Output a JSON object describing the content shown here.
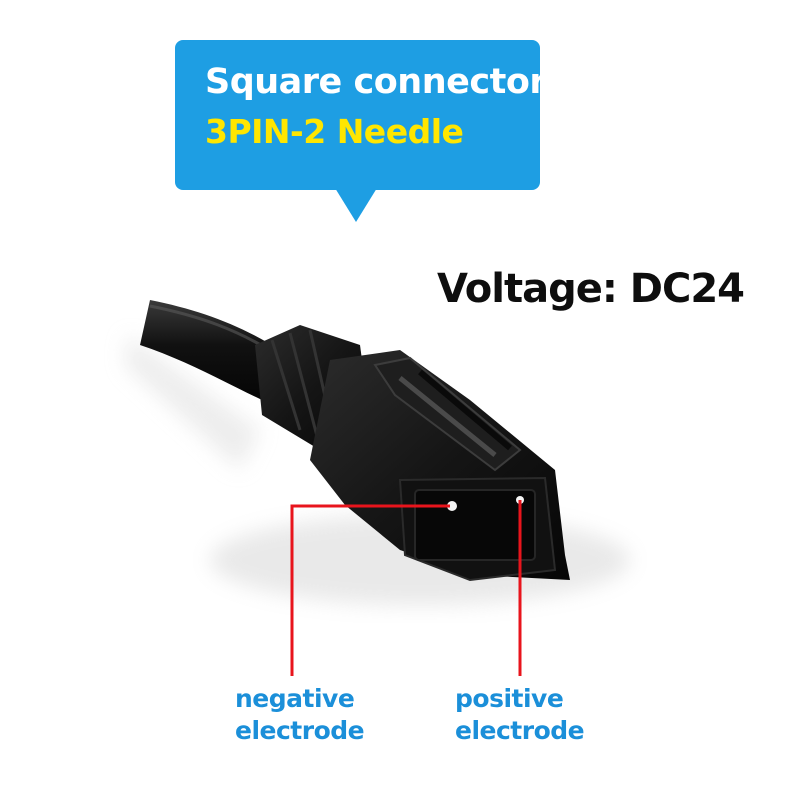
{
  "callout": {
    "title": "Square connector",
    "subtitle": "3PIN-2 Needle",
    "background_color": "#1e9ee3",
    "subtitle_color": "#ffe600"
  },
  "voltage_label": "Voltage: DC24",
  "pins": {
    "negative": {
      "line1": "negative",
      "line2": "electrode"
    },
    "positive": {
      "line1": "positive",
      "line2": "electrode"
    },
    "label_color": "#1b8fd9",
    "pointer_color": "#e8141c"
  },
  "photo": {
    "subject": "black-connector-photo"
  }
}
